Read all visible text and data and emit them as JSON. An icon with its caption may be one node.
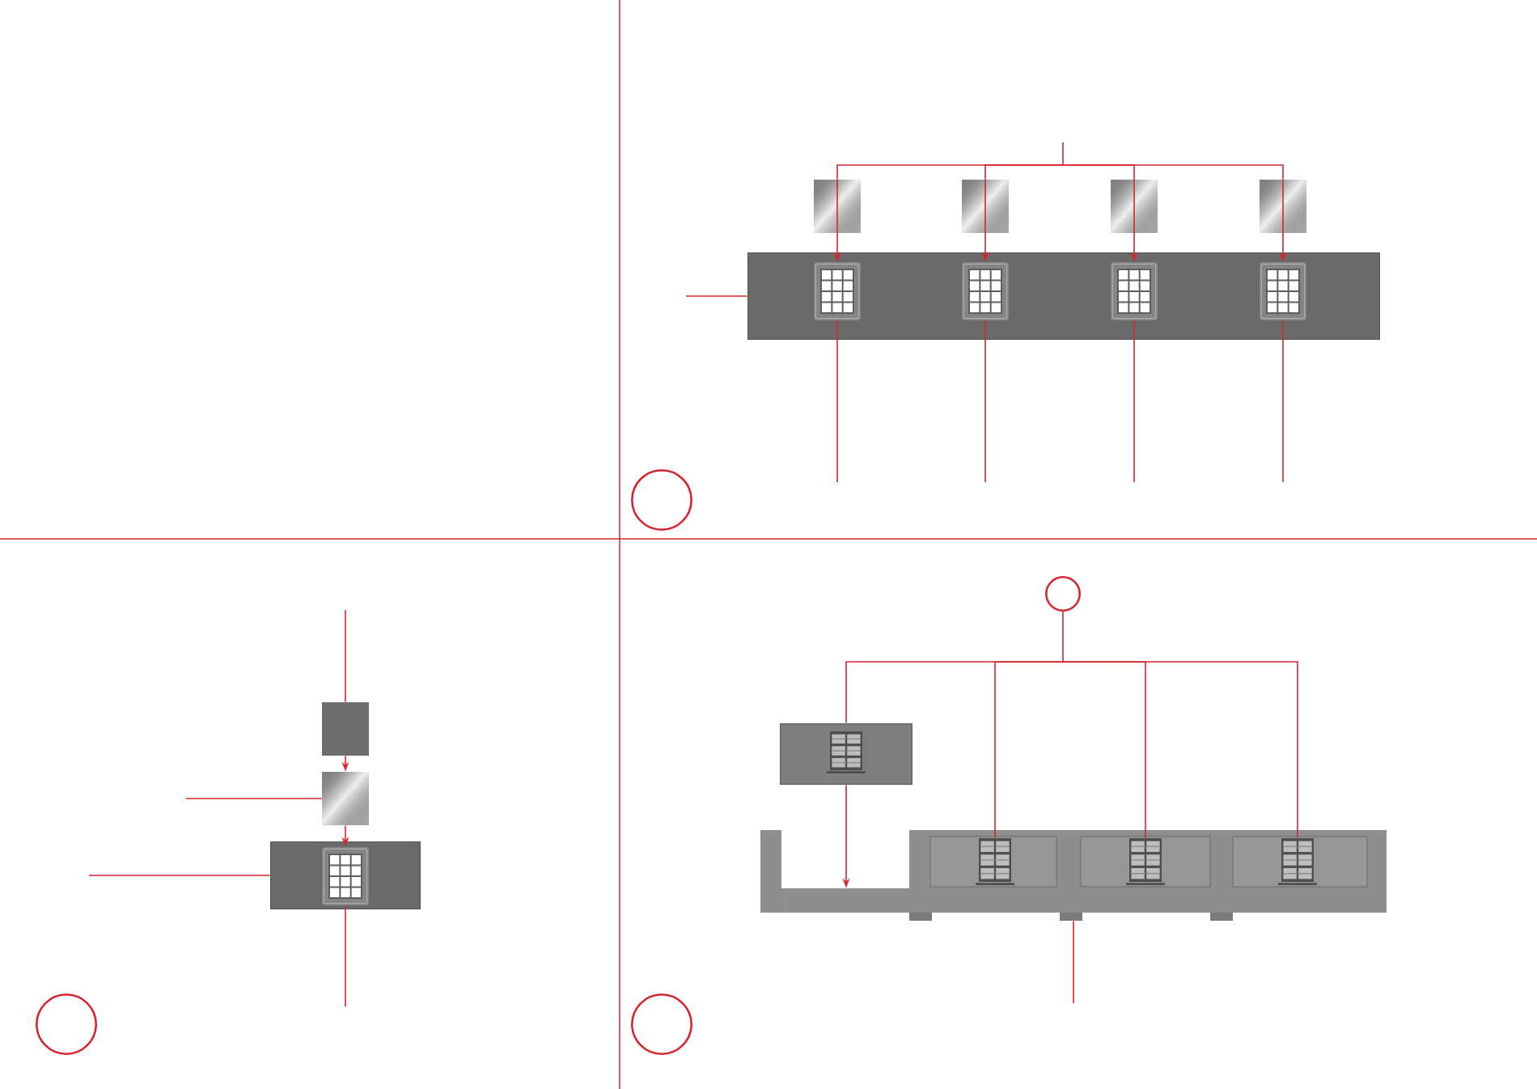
{
  "diagram": {
    "nodes": [
      {
        "text": [],
        "shape": "picture"
      },
      {
        "text": [],
        "shape": "picture"
      },
      {
        "text": [],
        "shape": "picture"
      },
      {
        "text": [],
        "shape": "picture"
      },
      {
        "text": [],
        "shape": "picture"
      },
      {
        "text": [],
        "shape": "picture",
        "in": 4
      },
      {
        "text": [],
        "shape": "picture",
        "in": 4
      },
      {
        "text": [],
        "shape": "picture",
        "in": 4
      },
      {
        "text": [],
        "shape": "picture",
        "in": 4
      },
      {
        "text": [],
        "shape": "circle"
      },
      {
        "text": [],
        "shape": "box"
      },
      {
        "text": [],
        "shape": "picture"
      },
      {
        "text": [],
        "shape": "picture"
      },
      {
        "text": [],
        "shape": "picture",
        "in": 12
      },
      {
        "text": [],
        "shape": "circle"
      },
      {
        "text": [],
        "shape": "circle"
      },
      {
        "text": [],
        "shape": "picture"
      },
      {
        "text": [],
        "shape": "picture"
      },
      {
        "text": [],
        "shape": "picture",
        "in": 17
      },
      {
        "text": [],
        "shape": "picture",
        "in": 17
      },
      {
        "text": [],
        "shape": "picture",
        "in": 17
      },
      {
        "text": [],
        "shape": "bar",
        "in": 17
      },
      {
        "text": [],
        "shape": "circle"
      }
    ],
    "edges": [
      {
        "from": null,
        "to": 0,
        "arrow": "none"
      },
      {
        "from": null,
        "to": 1,
        "arrow": "none"
      },
      {
        "from": null,
        "to": 2,
        "arrow": "none"
      },
      {
        "from": null,
        "to": 3,
        "arrow": "none"
      },
      {
        "from": 0,
        "to": 5,
        "arrow": "to"
      },
      {
        "from": 1,
        "to": 6,
        "arrow": "to"
      },
      {
        "from": 2,
        "to": 7,
        "arrow": "to"
      },
      {
        "from": 3,
        "to": 8,
        "arrow": "to"
      },
      {
        "from": null,
        "to": 4,
        "arrow": "none"
      },
      {
        "from": 5,
        "to": null,
        "arrow": "none"
      },
      {
        "from": 6,
        "to": null,
        "arrow": "none"
      },
      {
        "from": 7,
        "to": null,
        "arrow": "none"
      },
      {
        "from": 8,
        "to": null,
        "arrow": "none"
      },
      {
        "from": null,
        "to": 10,
        "arrow": "none"
      },
      {
        "from": 10,
        "to": 11,
        "arrow": "to"
      },
      {
        "from": 11,
        "to": 13,
        "arrow": "to"
      },
      {
        "from": null,
        "to": 11,
        "arrow": "none"
      },
      {
        "from": null,
        "to": 12,
        "arrow": "none"
      },
      {
        "from": 13,
        "to": null,
        "arrow": "none"
      },
      {
        "from": 15,
        "to": 16,
        "arrow": "none"
      },
      {
        "from": 15,
        "to": 18,
        "arrow": "none"
      },
      {
        "from": 15,
        "to": 19,
        "arrow": "none"
      },
      {
        "from": 15,
        "to": 20,
        "arrow": "none"
      },
      {
        "from": 16,
        "to": 21,
        "arrow": "to"
      },
      {
        "from": 17,
        "to": null,
        "arrow": "none"
      }
    ]
  }
}
